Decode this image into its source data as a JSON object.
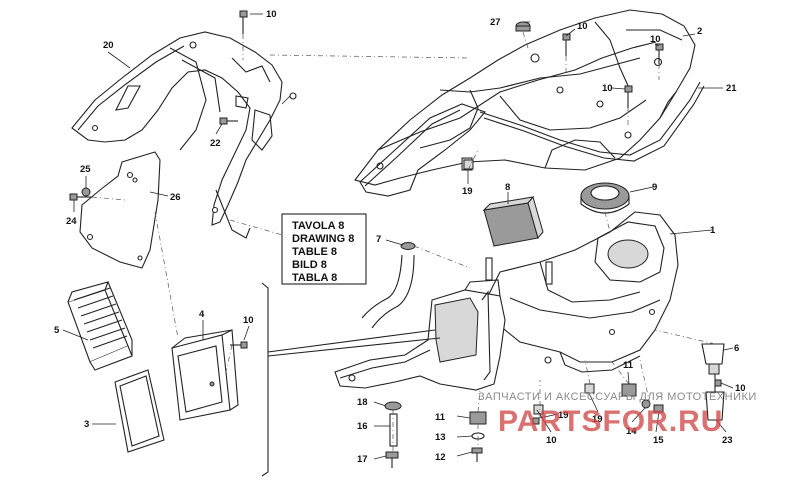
{
  "reference_box": {
    "lines": [
      "TAVOLA 8",
      "DRAWING 8",
      "TABLE 8",
      "BILD 8",
      "TABLA 8"
    ]
  },
  "callouts": {
    "c1": "1",
    "c2": "2",
    "c3": "3",
    "c4": "4",
    "c5": "5",
    "c6": "6",
    "c7": "7",
    "c8": "8",
    "c9": "9",
    "c10a": "10",
    "c10b": "10",
    "c10c": "10",
    "c10d": "10",
    "c10e": "10",
    "c10f": "10",
    "c11a": "11",
    "c11b": "11",
    "c12": "12",
    "c13": "13",
    "c14": "14",
    "c15": "15",
    "c16": "16",
    "c17": "17",
    "c18": "18",
    "c19a": "19",
    "c19b": "19",
    "c19c": "19",
    "c20": "20",
    "c21": "21",
    "c22": "22",
    "c23": "23",
    "c24": "24",
    "c25": "25",
    "c26": "26",
    "c27": "27"
  },
  "watermark": {
    "tagline": "ЗАПЧАСТИ И АКСЕССУАРЫ ДЛЯ МОТОТЕХНИКИ",
    "brand": "PARTSFOR.RU"
  }
}
